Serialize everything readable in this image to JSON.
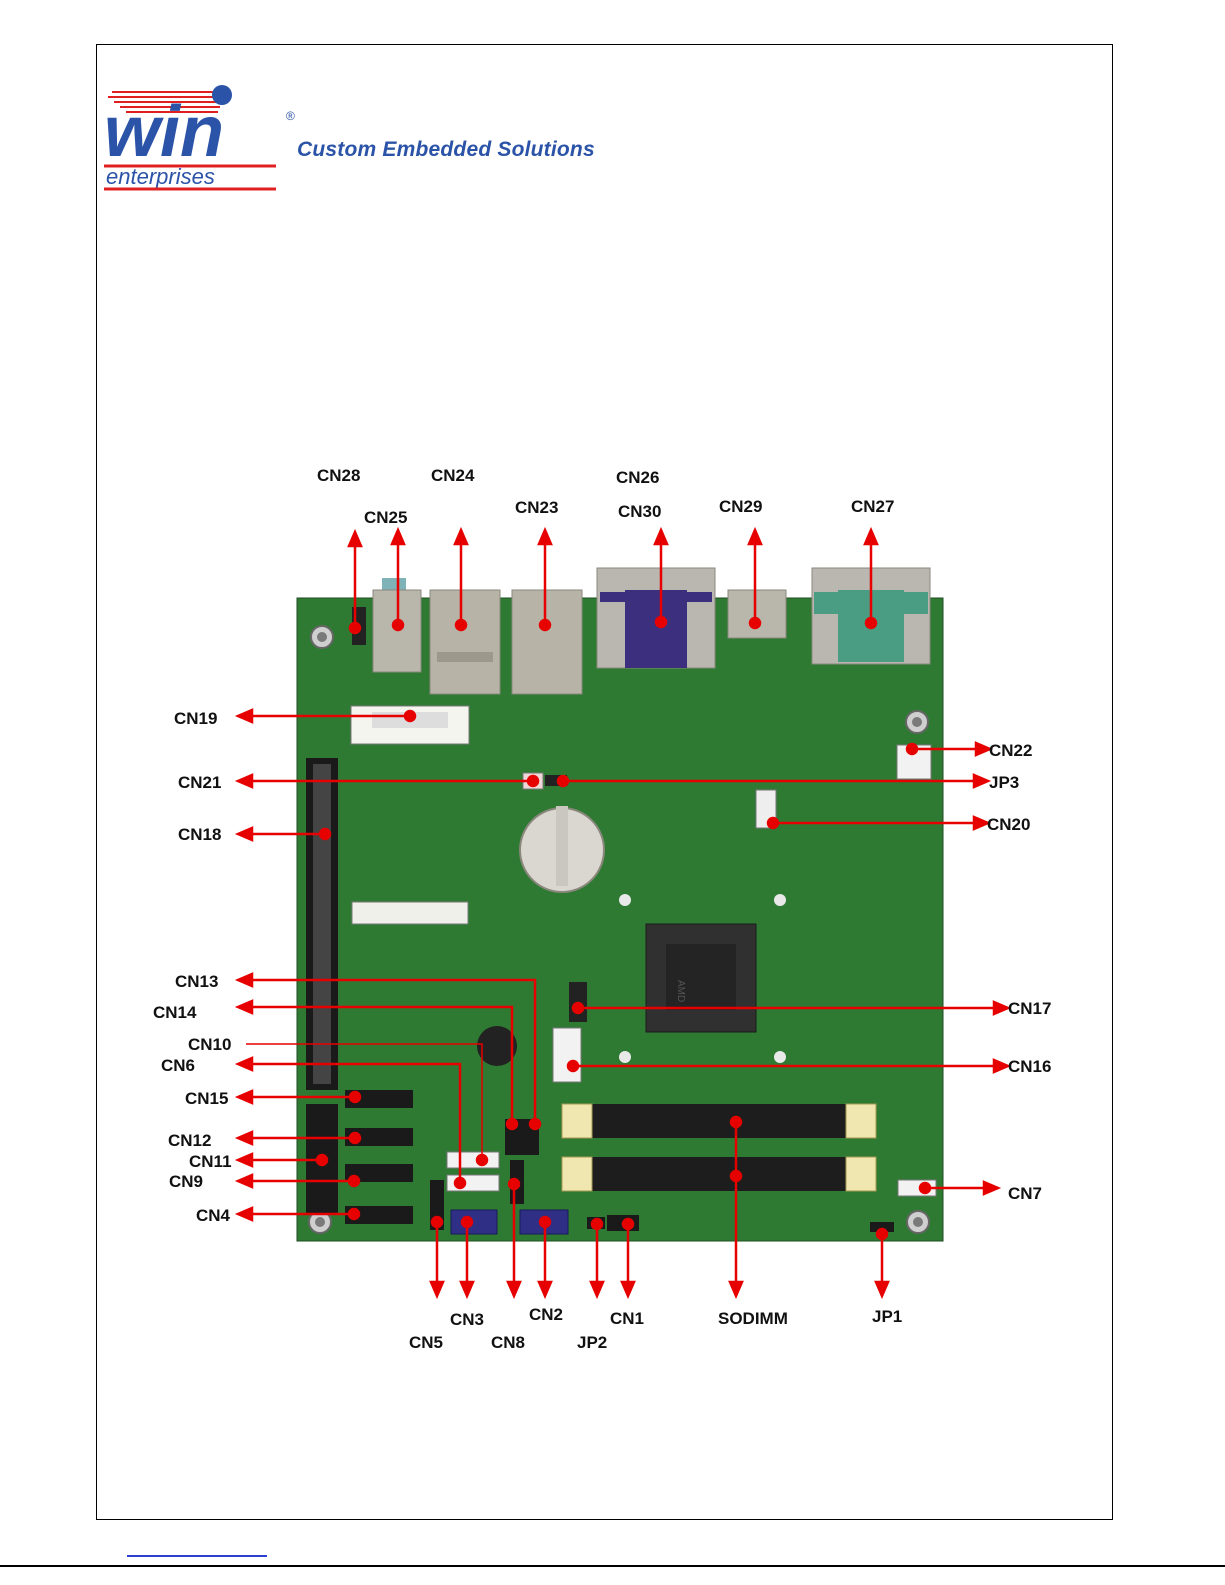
{
  "logo": {
    "word": "win",
    "subword": "enterprises",
    "registered": "®",
    "tagline": "Custom Embedded Solutions"
  },
  "diagram": {
    "board_labels": {
      "CN28": "CN28",
      "CN25": "CN25",
      "CN24": "CN24",
      "CN23": "CN23",
      "CN26": "CN26",
      "CN30": "CN30",
      "CN29": "CN29",
      "CN27": "CN27",
      "CN19": "CN19",
      "CN21": "CN21",
      "CN18": "CN18",
      "CN22": "CN22",
      "JP3": "JP3",
      "CN20": "CN20",
      "CN13": "CN13",
      "CN14": "CN14",
      "CN10": "CN10",
      "CN6": "CN6",
      "CN15": "CN15",
      "CN12": "CN12",
      "CN11": "CN11",
      "CN9": "CN9",
      "CN4": "CN4",
      "CN17": "CN17",
      "CN16": "CN16",
      "CN7": "CN7",
      "CN3": "CN3",
      "CN5": "CN5",
      "CN8": "CN8",
      "CN2": "CN2",
      "JP2": "JP2",
      "CN1": "CN1",
      "SODIMM": "SODIMM",
      "JP1": "JP1"
    },
    "chip_marking": "AMD",
    "colors": {
      "pcb": "#2f7a33",
      "callout": "#e60000",
      "logo_blue": "#2b53a7",
      "logo_red": "#e02020"
    }
  }
}
